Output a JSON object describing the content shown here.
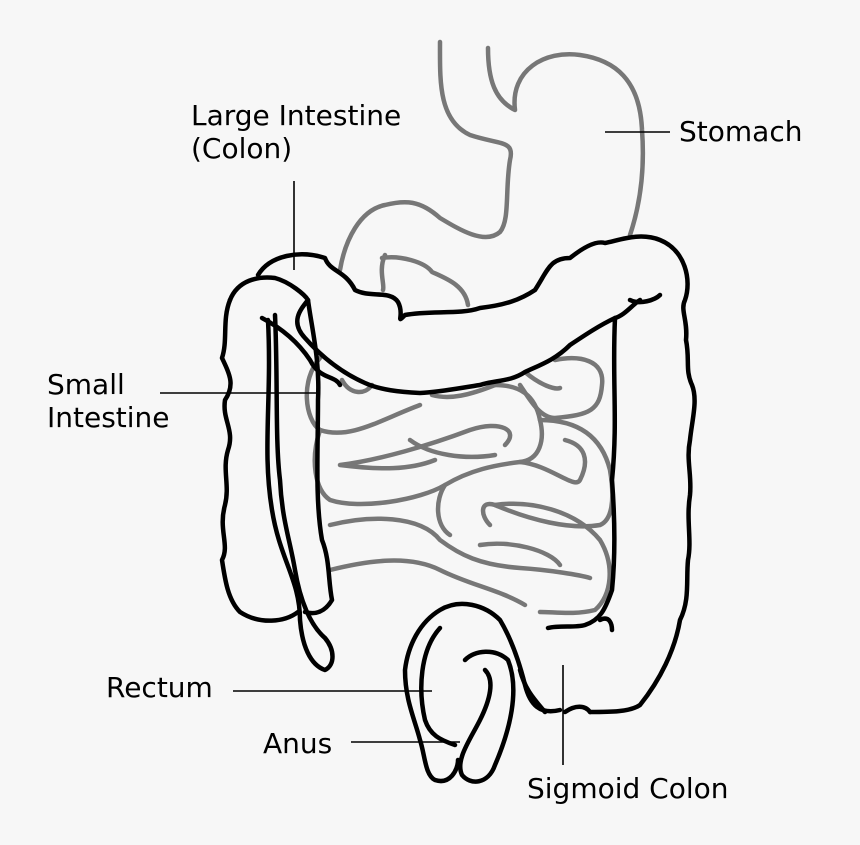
{
  "labels": {
    "large_intestine_line1": "Large Intestine",
    "large_intestine_line2": "(Colon)",
    "stomach": "Stomach",
    "small_intestine_line1": "Small",
    "small_intestine_line2": "Intestine",
    "rectum": "Rectum",
    "anus": "Anus",
    "sigmoid_colon": "Sigmoid Colon"
  },
  "colors": {
    "background": "#f7f7f7",
    "stomach_and_small_intestine": "#777777",
    "large_intestine": "#000000"
  }
}
